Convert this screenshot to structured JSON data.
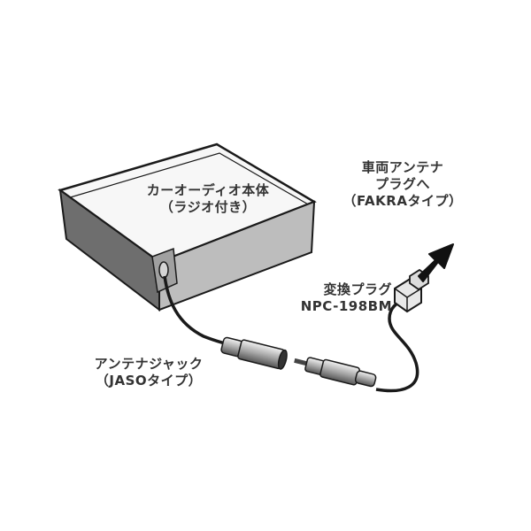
{
  "diagram": {
    "type": "connection-illustration",
    "labels": {
      "car_audio_unit": {
        "line1": "カーオーディオ本体",
        "line2": "（ラジオ付き）"
      },
      "vehicle_antenna_plug": {
        "line1": "車両アンテナ",
        "line2": "プラグへ",
        "line3": "（FAKRAタイプ）"
      },
      "conversion_plug": {
        "line1": "変換プラグ",
        "line2": "NPC-198BM"
      },
      "antenna_jack": {
        "line1": "アンテナジャック",
        "line2": "（JASOタイプ）"
      }
    },
    "nodes": [
      {
        "id": "car_audio_unit",
        "label": "カーオーディオ本体（ラジオ付き）"
      },
      {
        "id": "antenna_jack",
        "label": "アンテナジャック（JASOタイプ）"
      },
      {
        "id": "conversion_plug",
        "label": "変換プラグ NPC-198BM"
      },
      {
        "id": "vehicle_antenna_plug",
        "label": "車両アンテナプラグへ（FAKRAタイプ）"
      }
    ],
    "edges": [
      {
        "from": "car_audio_unit",
        "to": "antenna_jack"
      },
      {
        "from": "antenna_jack",
        "to": "conversion_plug"
      },
      {
        "from": "conversion_plug",
        "to": "vehicle_antenna_plug"
      }
    ],
    "colors": {
      "line": "#1a1a1a",
      "box_top": "#f7f7f7",
      "box_front": "#bdbdbd",
      "box_side": "#6e6e6e",
      "text": "#333333",
      "arrow": "#111111"
    }
  }
}
